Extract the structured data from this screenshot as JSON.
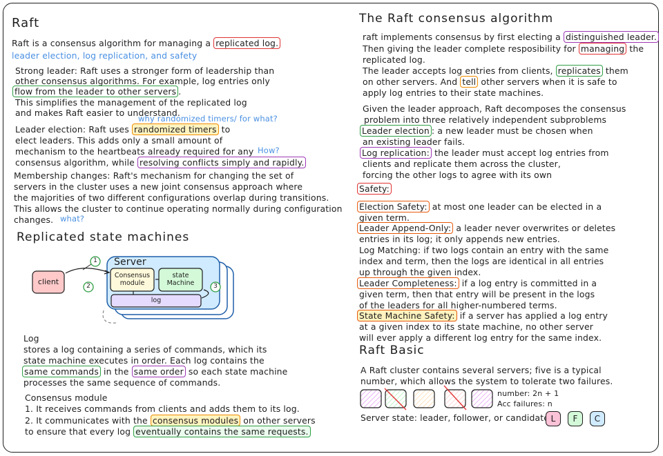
{
  "left": {
    "title": "Raft",
    "intro": {
      "pre": "Raft is a consensus algorithm for managing a ",
      "hl": "replicated log."
    },
    "subtitle": "leader election, log replication, and safety",
    "strong": {
      "l1": "Strong leader: Raft uses a stronger form of leadership than",
      "l2": "other consensus algorithms. For example, log entries only",
      "l3hl": "flow from the leader to other servers",
      "l3post": ".",
      "l4": "This simplifies the management of the replicated log",
      "l5": "and makes Raft easier to understand."
    },
    "q_timers": "why randomized timers/ for what?",
    "election": {
      "l1pre": "Leader election: Raft uses ",
      "l1hl": "randomized timers",
      "l1post": " to",
      "l2": "elect leaders. This adds only a small amount of",
      "l3": "mechanism to the heartbeats already required for any",
      "l4pre": "consensus algorithm, while ",
      "l4hl": "resolving conflicts simply and rapidly."
    },
    "q_how": "How?",
    "membership": {
      "l1": "Membership changes: Raft's mechanism for changing the set of",
      "l2": "servers in the cluster uses a new joint consensus approach where",
      "l3": "the majorities of two different configurations overlap during transitions.",
      "l4": "This allows the cluster to continue operating normally during configuration",
      "l5": "changes."
    },
    "q_what": "what?",
    "rsm_title": "Replicated state machines",
    "diagram": {
      "server": "Server",
      "client": "client",
      "consensus": [
        "Consensus",
        "module"
      ],
      "state": [
        "state",
        "Machine"
      ],
      "log": "log",
      "n1": "1",
      "n2": "2",
      "n3": "3"
    },
    "log_section": {
      "h": "Log",
      "l1": "stores a log containing a series of commands, which its",
      "l2": "state machine executes in order. Each log contains the",
      "l3hl1": "same commands",
      "l3mid": " in the ",
      "l3hl2": "same order",
      "l3post": " so each state machine",
      "l4": "processes the same sequence of commands."
    },
    "consensus_section": {
      "h": "Consensus module",
      "l1": "1. It receives commands from clients and adds them to its log.",
      "l2pre": "2. It communicates with the ",
      "l2hl": "consensus modules",
      "l2post": " on other servers",
      "l3pre": "to ensure that every log ",
      "l3hl": "eventually contains the same requests."
    }
  },
  "right": {
    "title": "The Raft consensus algorithm",
    "p1": {
      "l1pre": "raft implements consensus by first electing a ",
      "l1hl": "distinguished leader.",
      "l2pre": "Then giving the leader complete resposibility for ",
      "l2hl": "managing",
      "l2post": " the",
      "l3": "replicated log.",
      "l4pre": "The leader accepts log entries from clients, ",
      "l4hl": "replicates",
      "l4post": " them",
      "l5pre": "on other servers. And ",
      "l5hl": "tell",
      "l5post": " other servers when it is safe to",
      "l6": "apply log entries to their state machines."
    },
    "p2": {
      "l1": "Given the leader approach, Raft decomposes the consensus",
      "l2": "problem into three relatively independent subproblems",
      "le_hl": "Leader election",
      "le_post": ": a new leader must be chosen when",
      "le_l2": "an existing leader fails.",
      "lr_hl": "Log replication:",
      "lr_post": " the leader must accept log entries from",
      "lr_l2": "clients and replicate them across the cluster,",
      "lr_l3": "forcing the other logs to agree with its own"
    },
    "safety": "Safety:",
    "props": {
      "es_hl": "Election Safety:",
      "es_post": " at most one leader can be elected in a",
      "es_l2": "given term.",
      "la_hl": "Leader Append-Only:",
      "la_post": " a leader never overwrites or deletes",
      "la_l2": "entries in its log; it only appends new entries.",
      "lm_l1": "Log Matching: if two logs contain an entry with the same",
      "lm_l2": "index and term, then the logs are identical in all entries",
      "lm_l3": "up through the given index.",
      "lc_hl": "Leader Completeness:",
      "lc_post": " if a log entry is committed in a",
      "lc_l2": "given term, then that entry will be present in the logs",
      "lc_l3": "of the leaders for all higher-numbered terms.",
      "sm_hl": "State Machine Safety:",
      "sm_post": " if a server has applied a log entry",
      "sm_l2": "at a given index to its state machine, no other server",
      "sm_l3": "will ever apply a different log entry for the same index."
    },
    "basic_title": "Raft Basic",
    "basic": {
      "l1": "A Raft cluster contains several servers; five is a typical",
      "l2": "number, which allows the system to tolerate two failures.",
      "num": "number: 2n + 1",
      "acc": "Acc failures: n",
      "state": "Server state: leader, follower, or candidate",
      "b_l": "L",
      "b_f": "F",
      "b_c": "C"
    }
  }
}
